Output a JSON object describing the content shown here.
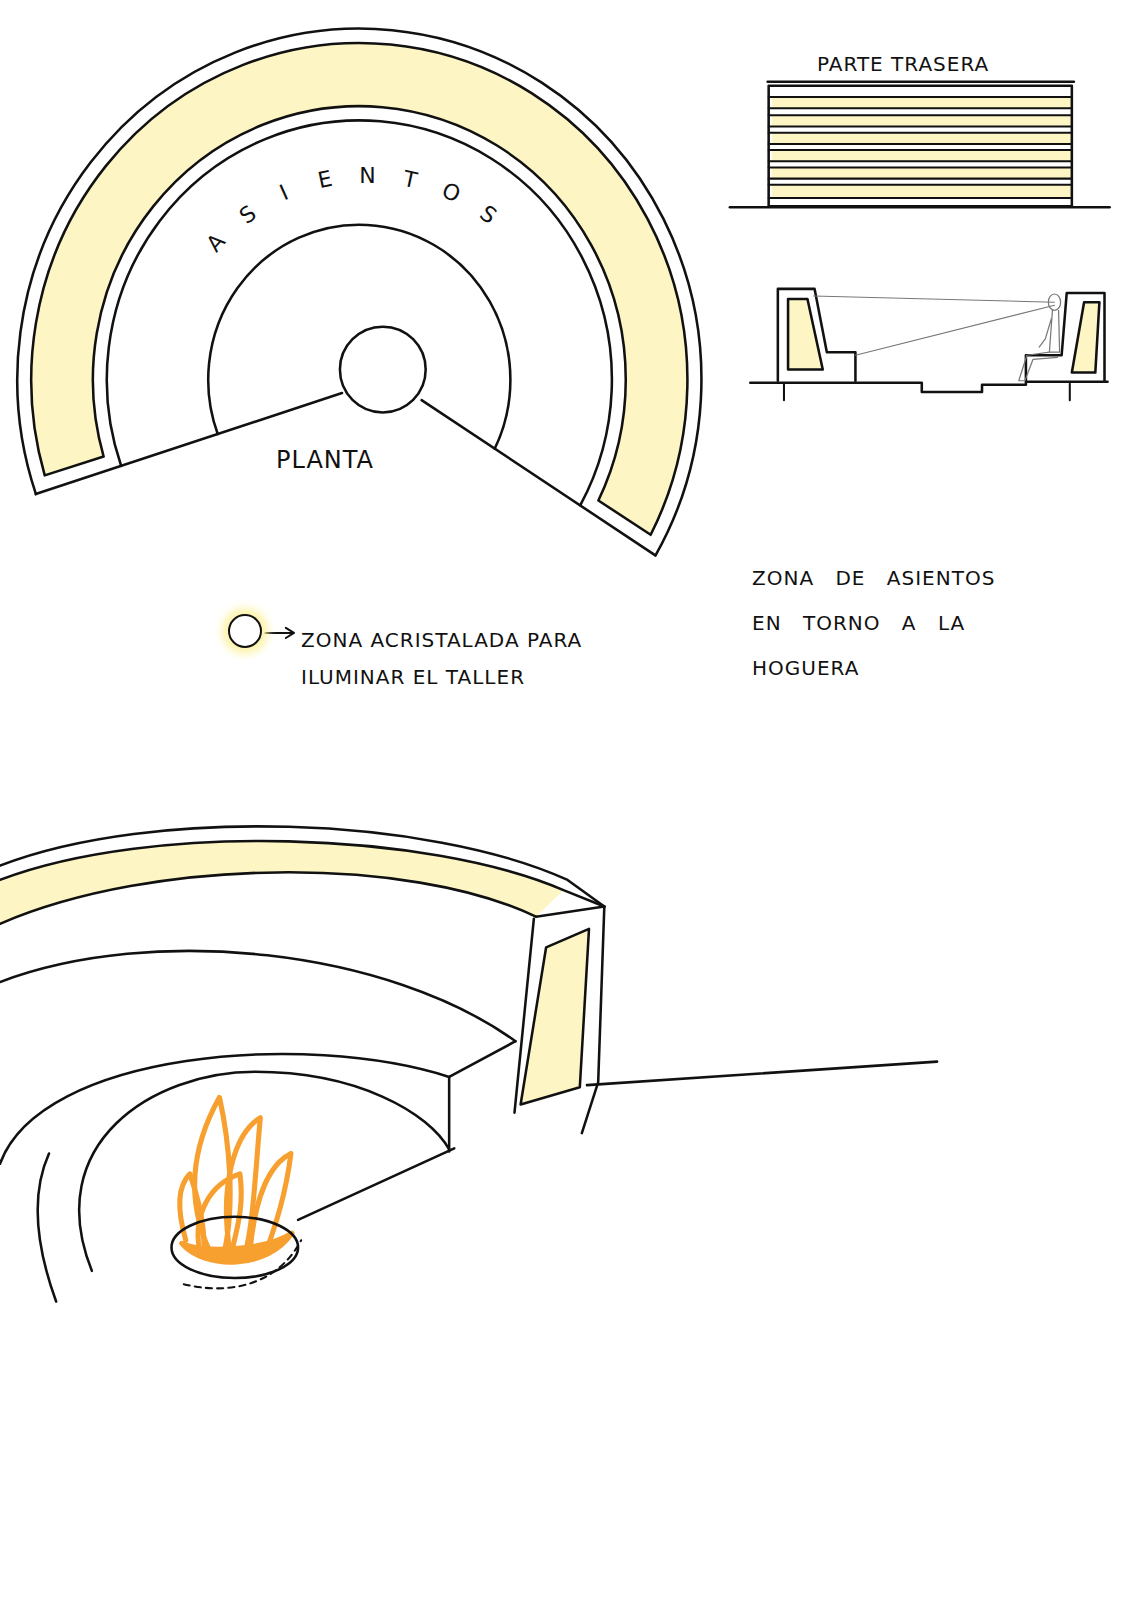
{
  "diagram": {
    "labels": [
      "ASIENTOS",
      "PLANTA",
      "PARTE TRASERA",
      "ZONA DE ASIENTOS EN TORNO A LA HOGUERA"
    ],
    "legend": [
      {
        "text": "ZONA ACRISTALADA PARA ILUMINAR EL TALLER",
        "color": "#fdf3a8"
      }
    ]
  }
}
